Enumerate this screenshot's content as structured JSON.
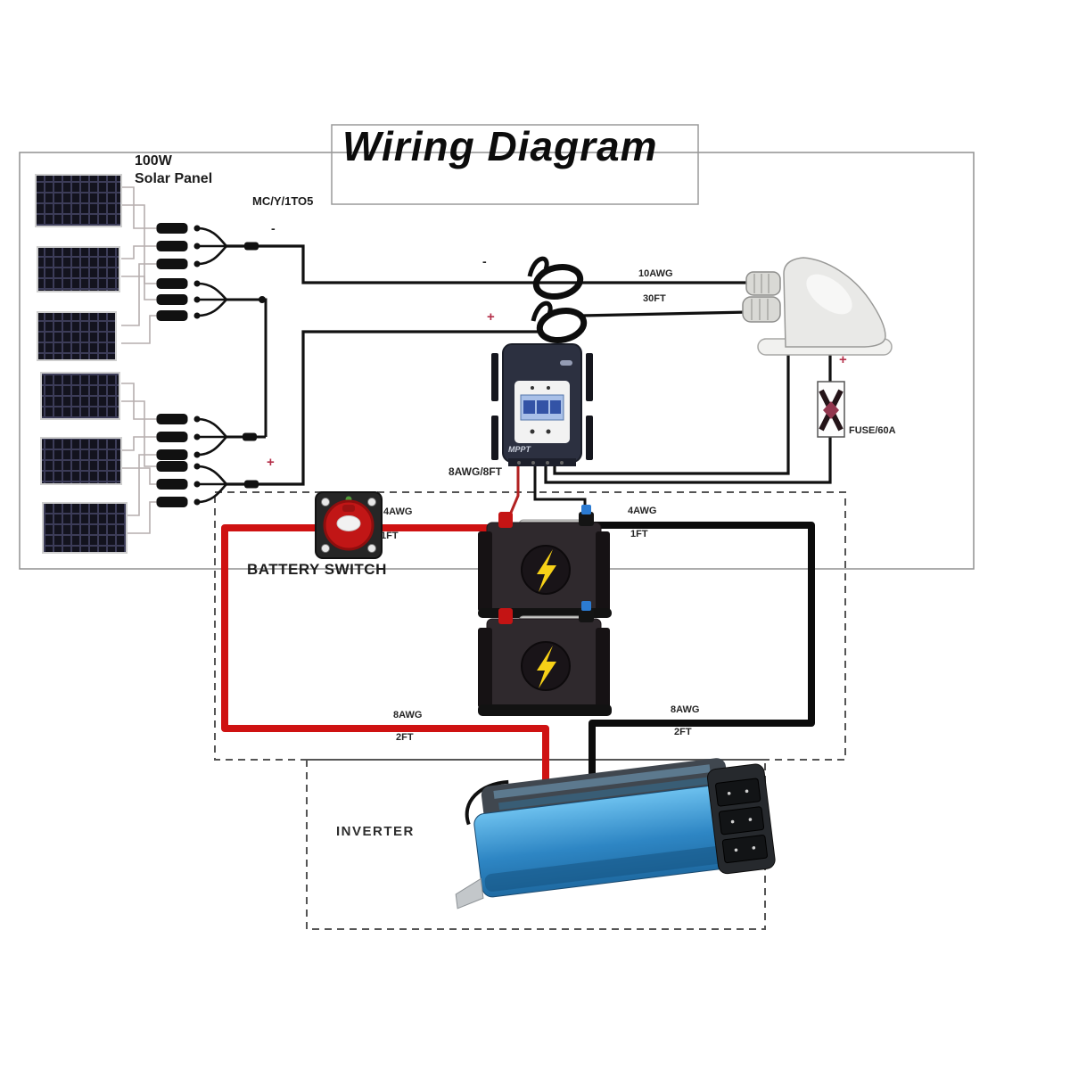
{
  "title": "Wiring Diagram",
  "solar_array": {
    "watts": "100W",
    "name": "Solar Panel",
    "branch_connector": "MC/Y/1TO5",
    "panel_count": 6
  },
  "pv_wire": {
    "gauge": "10AWG",
    "length": "30FT"
  },
  "charge_controller": {
    "display": "MPPT",
    "battery_wire": "8AWG/8FT"
  },
  "fuse": {
    "label": "FUSE/60A"
  },
  "battery_switch": {
    "label": "BATTERY SWITCH"
  },
  "battery_to_switch_wire": {
    "gauge": "4AWG",
    "length": "1FT"
  },
  "battery_neg_wire": {
    "gauge": "4AWG",
    "length": "1FT"
  },
  "inverter_pos_wire": {
    "gauge": "8AWG",
    "length": "2FT"
  },
  "inverter_neg_wire": {
    "gauge": "8AWG",
    "length": "2FT"
  },
  "inverter": {
    "label": "INVERTER"
  },
  "polarity": {
    "plus": "+",
    "minus": "-"
  },
  "colors": {
    "positive_wire": "#cf1212",
    "negative_wire": "#0c0c0c",
    "inverter_blue": "#3f9fdc",
    "battery_bolt": "#f7d117",
    "switch_red": "#c11616"
  }
}
